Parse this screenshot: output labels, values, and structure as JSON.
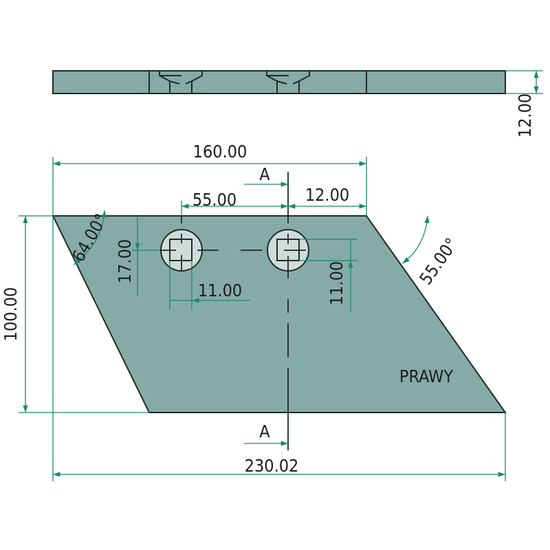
{
  "drawing": {
    "part_label": "PRAWY",
    "section_label_top": "A",
    "section_label_bottom": "A",
    "dimensions": {
      "top_width": "160.00",
      "hole_spacing": "55.00",
      "hole_to_corner": "12.00",
      "hole_offset_vertical": "17.00",
      "square_width": "11.00",
      "square_height": "11.00",
      "height": "100.00",
      "overall_length": "230.02",
      "thickness": "12.00",
      "angle_left": "64.00°",
      "angle_right": "55.00°"
    },
    "colors": {
      "body": "#86aba7",
      "hole": "#d0dcda",
      "dimension": "#1a8a6a"
    }
  }
}
